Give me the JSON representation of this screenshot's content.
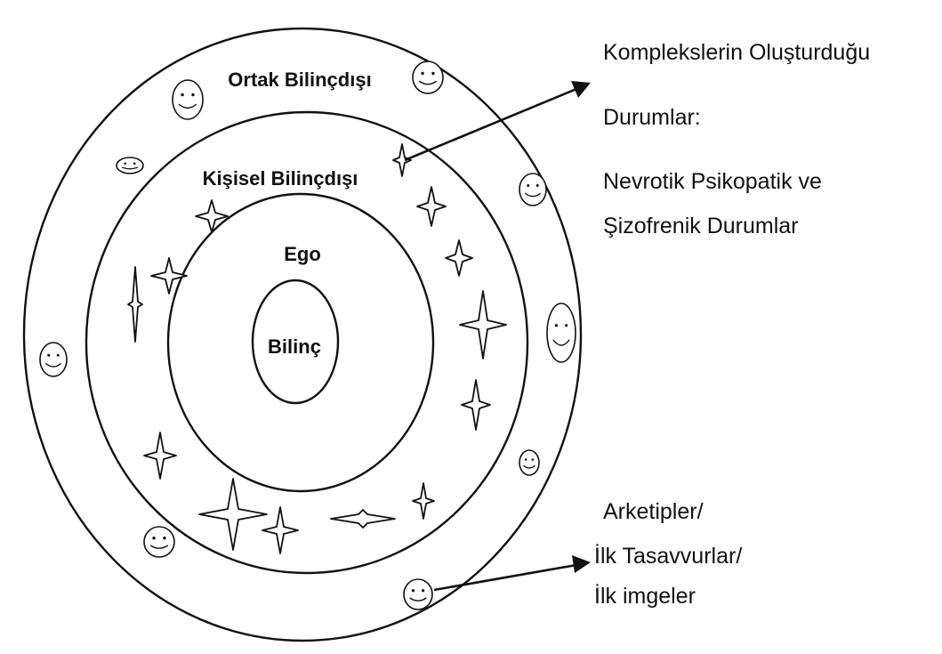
{
  "layers": {
    "collective_unconscious": "Ortak Bilinçdışı",
    "personal_unconscious": "Kişisel Bilinçdışı",
    "ego": "Ego",
    "consciousness": "Bilinç"
  },
  "callouts": {
    "complexes": {
      "lines": [
        "Komplekslerin Oluşturduğu",
        "Durumlar:"
      ],
      "detail_lines": [
        "Nevrotik Psikopatik ve",
        "Şizofrenik Durumlar"
      ]
    },
    "archetypes": {
      "lines": [
        "Arketipler/",
        "İlk Tasavvurlar/",
        "İlk imgeler"
      ]
    }
  },
  "icons": {
    "complex_symbol": "four-point-star-icon",
    "archetype_symbol": "smiley-face-icon"
  }
}
